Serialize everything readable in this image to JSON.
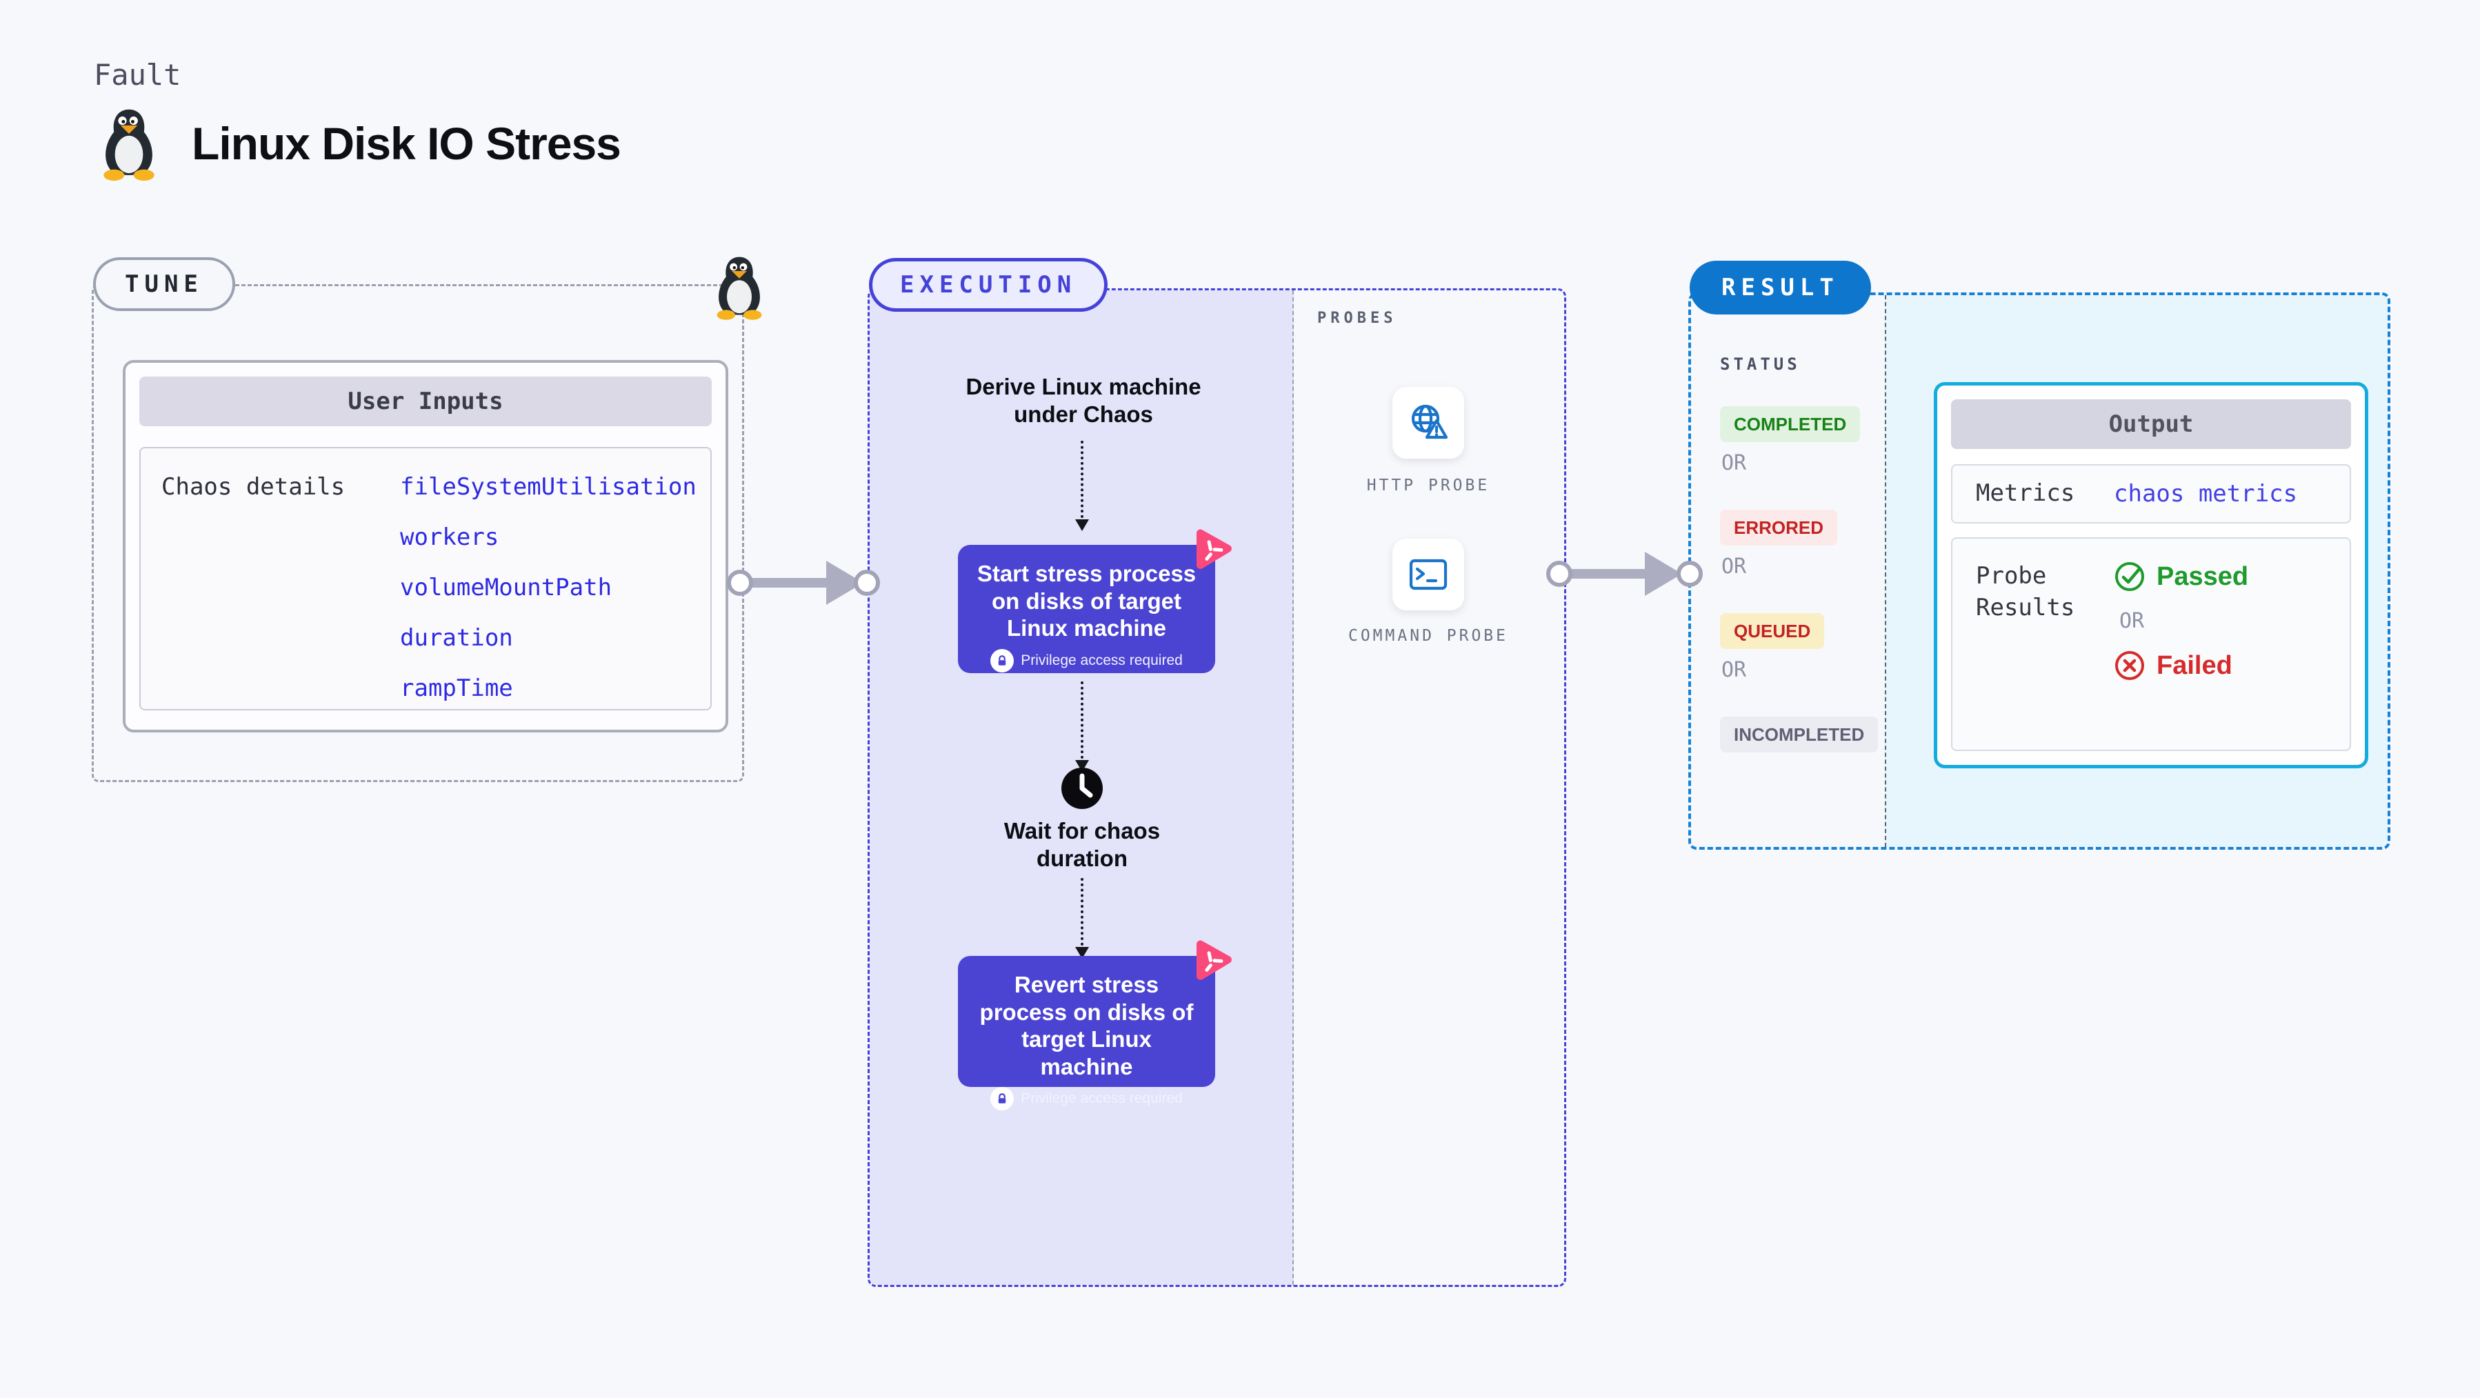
{
  "page": {
    "kind_label": "Fault",
    "title": "Linux Disk IO Stress"
  },
  "tune": {
    "label": "TUNE",
    "table": {
      "header": "User Inputs",
      "row_label": "Chaos details",
      "values": [
        "fileSystemUtilisation",
        "workers",
        "volumeMountPath",
        "duration",
        "rampTime"
      ]
    }
  },
  "execution": {
    "label": "EXECUTION",
    "derive_text": "Derive Linux machine under Chaos",
    "start_text": "Start stress process on disks of target Linux machine",
    "wait_text": "Wait for chaos duration",
    "revert_text": "Revert stress process on disks of target Linux machine",
    "privilege_caption": "Privilege access required"
  },
  "probes": {
    "label": "PROBES",
    "items": [
      {
        "label": "HTTP PROBE",
        "icon": "globe-alert-icon"
      },
      {
        "label": "COMMAND PROBE",
        "icon": "terminal-icon"
      }
    ]
  },
  "result": {
    "label": "RESULT",
    "status_label": "STATUS",
    "or_label": "OR",
    "statuses": [
      {
        "label": "COMPLETED",
        "bg": "#e1f3e0",
        "color": "#178217"
      },
      {
        "label": "ERRORED",
        "bg": "#fce9e9",
        "color": "#c32222"
      },
      {
        "label": "QUEUED",
        "bg": "#faeec5",
        "color": "#c32222"
      },
      {
        "label": "INCOMPLETED",
        "bg": "#ebebf2",
        "color": "#5f5f75"
      }
    ],
    "output": {
      "header": "Output",
      "metrics_label": "Metrics",
      "metrics_value": "chaos metrics",
      "probe_results_label": "Probe Results",
      "passed_label": "Passed",
      "failed_label": "Failed",
      "or_label": "OR"
    }
  },
  "colors": {
    "page_bg": "#f7f8fb",
    "tune_dash": "#9aa0ad",
    "execution_accent": "#4542d8",
    "execution_bg": "#e3e3fa",
    "step_box": "#4b43d2",
    "chaos_pink": "#fa4a7c",
    "result_pill": "#0e76cd",
    "result_dash": "#1582d6",
    "output_border": "#16abdf",
    "output_area_bg": "#e7f5fc",
    "value_blue": "#2e2ae2",
    "metrics_blue": "#4340e4",
    "passed_green": "#1d9b2c",
    "failed_red": "#d62b2b",
    "arrow_gray": "#adadc1"
  }
}
